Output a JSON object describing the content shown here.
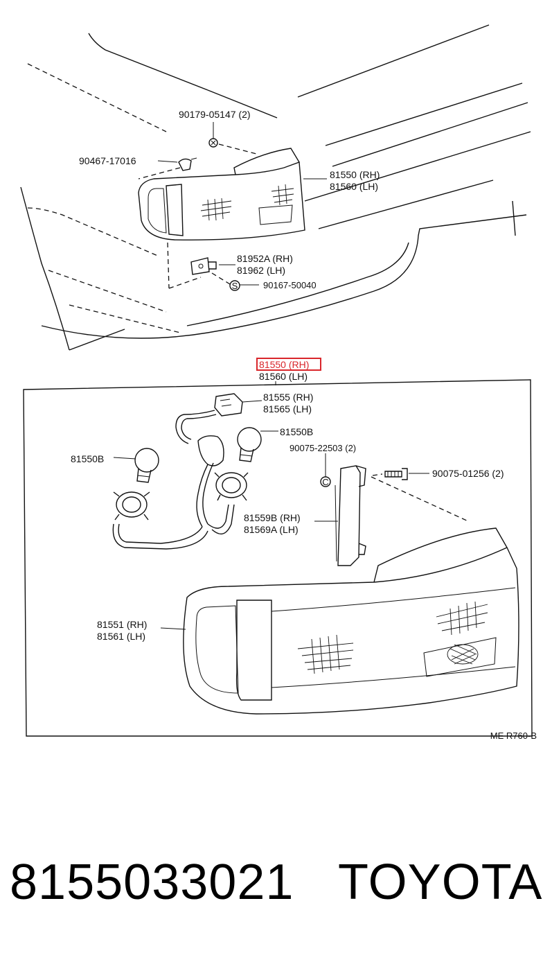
{
  "top_labels": {
    "clip_a": "90179-05147 (2)",
    "screw_a": "90467-17016",
    "lamp_rh": "81550 (RH)",
    "lamp_lh": "81560 (LH)",
    "bracket_rh": "81952A (RH)",
    "bracket_lh": "81962 (LH)",
    "screw_b": "90167-50040"
  },
  "detail_labels": {
    "assy_rh": "81550 (RH)",
    "assy_lh": "81560 (LH)",
    "socket_rh": "81555 (RH)",
    "socket_lh": "81565 (LH)",
    "bulb_right": "81550B",
    "bulb_left": "81550B",
    "clip_b": "90075-22503 (2)",
    "screw_c": "90075-01256 (2)",
    "gasket_rh": "81559B (RH)",
    "gasket_lh": "81569A (LH)",
    "lens_rh": "81551 (RH)",
    "lens_lh": "81561 (LH)",
    "ref_code": "ME R760-B"
  },
  "glyphs": {
    "screw_mark": "S",
    "clip_mark": "C"
  },
  "highlight_color": "#d9262b",
  "footer": {
    "part_number": "8155033021",
    "brand": "TOYOTA"
  }
}
